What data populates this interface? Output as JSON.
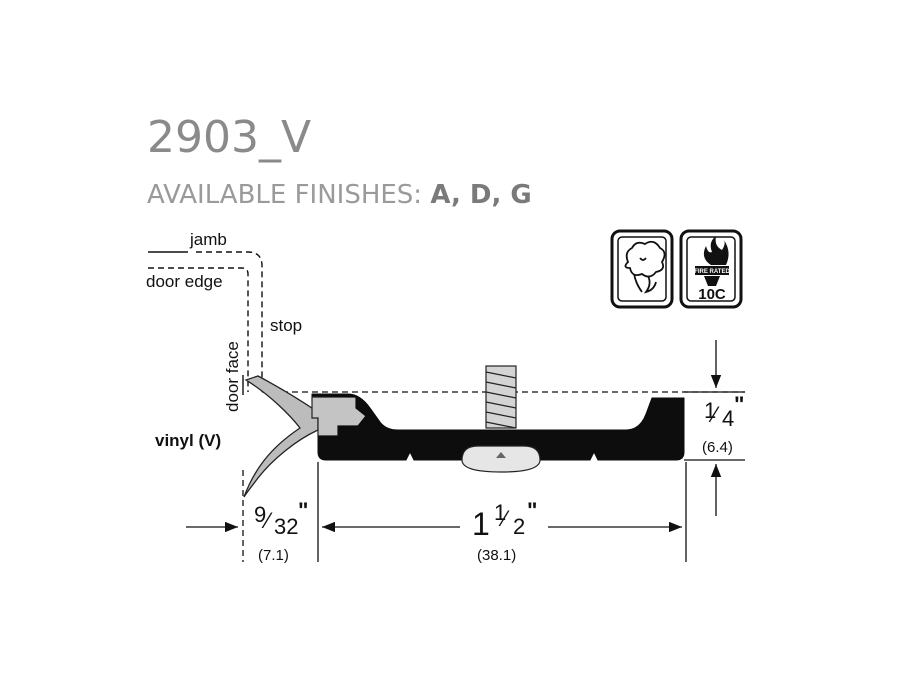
{
  "product": {
    "code": "2903_V",
    "finishes_label": "AVAILABLE FINISHES:",
    "finishes_codes": "A, D, G"
  },
  "labels": {
    "jamb": "jamb",
    "door_edge": "door edge",
    "stop": "stop",
    "door_face": "door face",
    "vinyl": "vinyl (V)"
  },
  "badges": {
    "smoke_icon": "smoke-seal-icon",
    "fire_rated_text": "FIRE RATED",
    "fire_rating": "10C"
  },
  "dimensions": {
    "height": {
      "whole": "",
      "num": "1",
      "den": "4",
      "unit": "\"",
      "metric": "(6.4)"
    },
    "gap": {
      "num": "9",
      "den": "32",
      "unit": "\"",
      "metric": "(7.1)"
    },
    "width": {
      "whole": "1",
      "num": "1",
      "den": "2",
      "unit": "\"",
      "metric": "(38.1)"
    }
  },
  "colors": {
    "text_gray": "#8a8a8a",
    "profile_black": "#0d0d0d",
    "vinyl_gray": "#b8b8b8"
  }
}
